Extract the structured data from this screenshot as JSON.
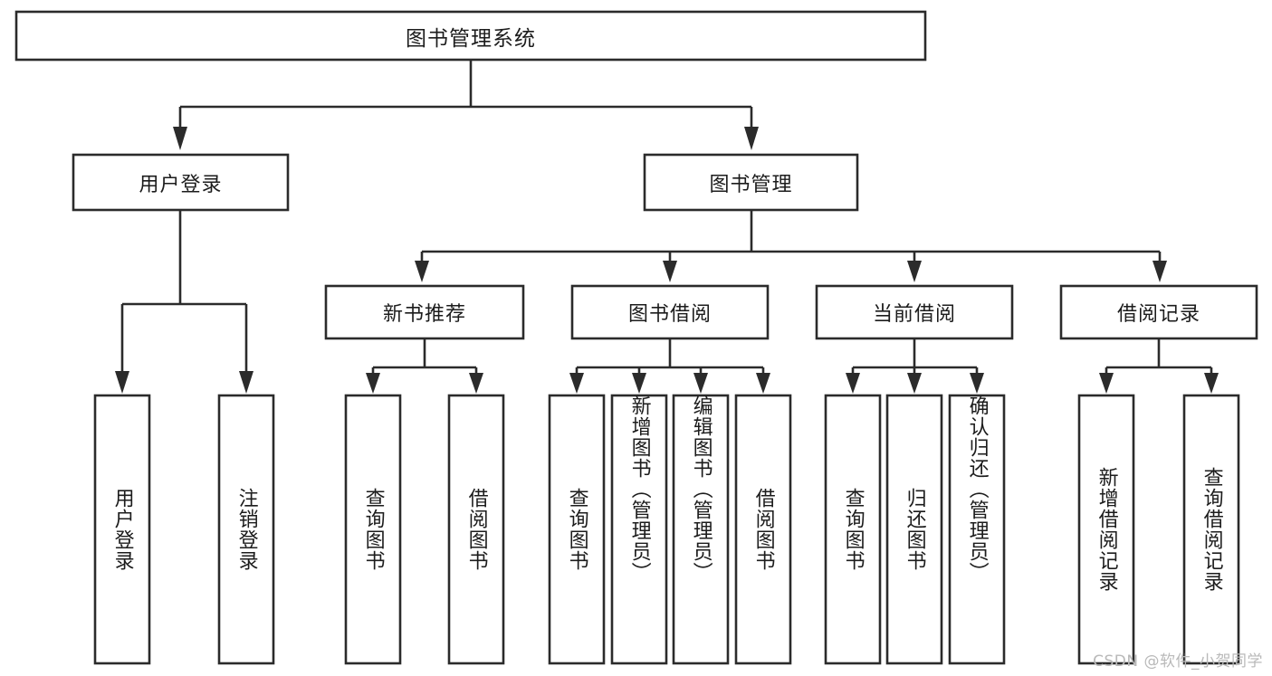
{
  "diagram": {
    "title": "图书管理系统",
    "type": "hierarchy-tree",
    "watermark": "CSDN @软件_小贺同学",
    "colors": {
      "stroke": "#2b2b2b",
      "fill": "#ffffff",
      "text": "#1c1c1c",
      "watermark": "#b9b9b9"
    },
    "root": {
      "label": "图书管理系统"
    },
    "level2": [
      {
        "label": "用户登录"
      },
      {
        "label": "图书管理"
      }
    ],
    "level3": [
      {
        "label": "新书推荐"
      },
      {
        "label": "图书借阅"
      },
      {
        "label": "当前借阅"
      },
      {
        "label": "借阅记录"
      }
    ],
    "leaves": {
      "user_login": [
        {
          "label": "用户登录"
        },
        {
          "label": "注销登录"
        }
      ],
      "new_book_recommend": [
        {
          "label": "查询图书"
        },
        {
          "label": "借阅图书"
        }
      ],
      "book_borrow": [
        {
          "label": "查询图书"
        },
        {
          "label": "新增图书（管理员）"
        },
        {
          "label": "编辑图书（管理员）"
        },
        {
          "label": "借阅图书"
        }
      ],
      "current_borrow": [
        {
          "label": "查询图书"
        },
        {
          "label": "归还图书"
        },
        {
          "label": "确认归还（管理员）"
        }
      ],
      "borrow_record": [
        {
          "label": "新增借阅记录"
        },
        {
          "label": "查询借阅记录"
        }
      ]
    }
  }
}
